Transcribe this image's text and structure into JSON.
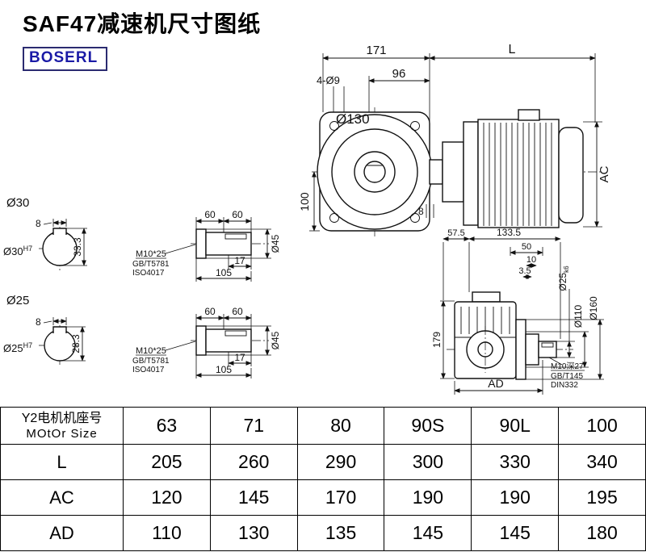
{
  "page": {
    "title": "SAF47减速机尺寸图纸",
    "brand": "BOSERL"
  },
  "front_view": {
    "dim_gearbox": "171",
    "dim_motor": "L",
    "dim_flange": "96",
    "holes_label": "4-Ø9",
    "flange_dia": "Ø130",
    "dim_center_height": "100",
    "dim_motor_height": "AC",
    "dim_key": "8"
  },
  "bore30": {
    "label": "Ø30",
    "bore": "Ø30",
    "tol": "H7",
    "key_width": "8",
    "key_depth": "33.3"
  },
  "bore25": {
    "label": "Ø25",
    "bore": "Ø25",
    "tol": "H7",
    "key_width": "8",
    "key_depth": "28.3"
  },
  "shaft_detail_1": {
    "dim_60a": "60",
    "dim_60b": "60",
    "dim_17": "17",
    "dim_105": "105",
    "dia": "Ø45",
    "bolt_note": "M10*25",
    "std_note1": "GB/T5781",
    "std_note2": "ISO4017"
  },
  "shaft_detail_2": {
    "dim_60a": "60",
    "dim_60b": "60",
    "dim_17": "17",
    "dim_105": "105",
    "dia": "Ø45",
    "bolt_note": "M10*25",
    "std_note1": "GB/T5781",
    "std_note2": "ISO4017"
  },
  "side_view": {
    "dim_57_5": "57.5",
    "dim_133_5": "133.5",
    "dim_50": "50",
    "dim_10": "10",
    "dim_3_5": "3.5",
    "shaft_dia": "Ø25",
    "shaft_tol": "k6",
    "flange_bore_dia": "Ø110",
    "flange_dia": "Ø160",
    "dim_height": "179",
    "dim_ad": "AD",
    "tap_note": "M10深27",
    "std_note1": "GB/T145",
    "std_note2": "DIN332"
  },
  "table": {
    "header": {
      "line1": "Y2电机机座号",
      "line2": "MOtOr Size"
    },
    "columns": [
      "63",
      "71",
      "80",
      "90S",
      "90L",
      "100"
    ],
    "rows": [
      {
        "label": "L",
        "values": [
          "205",
          "260",
          "290",
          "300",
          "330",
          "340"
        ]
      },
      {
        "label": "AC",
        "values": [
          "120",
          "145",
          "170",
          "190",
          "190",
          "195"
        ]
      },
      {
        "label": "AD",
        "values": [
          "110",
          "130",
          "135",
          "145",
          "145",
          "180"
        ]
      }
    ]
  }
}
